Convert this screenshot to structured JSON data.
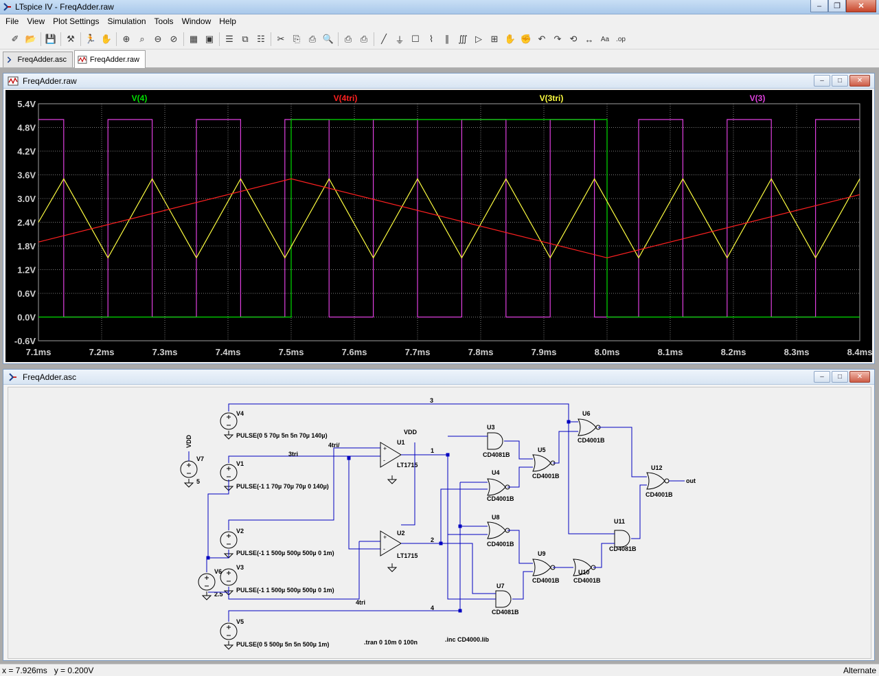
{
  "window": {
    "title": "LTspice IV - FreqAdder.raw"
  },
  "menu": [
    "File",
    "View",
    "Plot Settings",
    "Simulation",
    "Tools",
    "Window",
    "Help"
  ],
  "tabs": [
    {
      "label": "FreqAdder.asc",
      "active": false
    },
    {
      "label": "FreqAdder.raw",
      "active": true
    }
  ],
  "waveform_window": {
    "title": "FreqAdder.raw"
  },
  "schematic_window": {
    "title": "FreqAdder.asc"
  },
  "status": {
    "cursor": "x = 7.926ms   y = 0.200V",
    "mode": "Alternate"
  },
  "colors": {
    "v4": "#00e000",
    "v4tri": "#ff2020",
    "v3tri": "#ffff40",
    "v3": "#e040e0",
    "wire": "#0000c0",
    "grid": "#808080"
  },
  "chart_data": {
    "type": "line",
    "xlabel": "",
    "ylabel": "",
    "xlim": [
      7.1,
      8.4
    ],
    "ylim": [
      -0.6,
      5.4
    ],
    "x_ticks": [
      "7.1ms",
      "7.2ms",
      "7.3ms",
      "7.4ms",
      "7.5ms",
      "7.6ms",
      "7.7ms",
      "7.8ms",
      "7.9ms",
      "8.0ms",
      "8.1ms",
      "8.2ms",
      "8.3ms",
      "8.4ms"
    ],
    "y_ticks": [
      "5.4V",
      "4.8V",
      "4.2V",
      "3.6V",
      "3.0V",
      "2.4V",
      "1.8V",
      "1.2V",
      "0.6V",
      "0.0V",
      "-0.6V"
    ],
    "grid": true,
    "series": [
      {
        "name": "V(4)",
        "x": [
          7.1,
          7.5,
          7.5,
          8.0,
          8.0,
          8.4
        ],
        "y": [
          0,
          0,
          5,
          5,
          0,
          0
        ]
      },
      {
        "name": "V(4tri)",
        "x": [
          7.1,
          7.5,
          8.0,
          8.4
        ],
        "y": [
          1.9,
          3.5,
          1.5,
          3.1
        ]
      },
      {
        "name": "V(3tri)",
        "x": [
          7.1,
          7.14,
          7.21,
          7.28,
          7.35,
          7.42,
          7.49,
          7.56,
          7.63,
          7.7,
          7.77,
          7.84,
          7.91,
          7.98,
          8.05,
          8.12,
          8.19,
          8.26,
          8.33,
          8.4
        ],
        "y": [
          2.4,
          3.5,
          1.5,
          3.5,
          1.5,
          3.5,
          1.5,
          3.5,
          1.5,
          3.5,
          1.5,
          3.5,
          1.5,
          3.5,
          1.5,
          3.5,
          1.5,
          3.5,
          1.5,
          3.5
        ]
      },
      {
        "name": "V(3)",
        "x": [
          7.1,
          7.14,
          7.14,
          7.21,
          7.21,
          7.28,
          7.28,
          7.35,
          7.35,
          7.42,
          7.42,
          7.49,
          7.49,
          7.56,
          7.56,
          7.63,
          7.63,
          7.7,
          7.7,
          7.77,
          7.77,
          7.84,
          7.84,
          7.91,
          7.91,
          7.98,
          7.98,
          8.05,
          8.05,
          8.12,
          8.12,
          8.19,
          8.19,
          8.26,
          8.26,
          8.33,
          8.33,
          8.4
        ],
        "y": [
          5,
          5,
          0,
          0,
          5,
          5,
          0,
          0,
          5,
          5,
          0,
          0,
          5,
          5,
          0,
          0,
          5,
          5,
          0,
          0,
          5,
          5,
          0,
          0,
          5,
          5,
          0,
          0,
          5,
          5,
          0,
          0,
          5,
          5,
          0,
          0,
          5,
          5
        ]
      }
    ]
  },
  "schematic": {
    "sources": [
      {
        "ref": "V4",
        "value": "PULSE(0 5 70µ 5n 5n 70µ 140µ)"
      },
      {
        "ref": "V1",
        "value": "PULSE(-1 1 70µ 70µ 70µ 0 140µ)"
      },
      {
        "ref": "V2",
        "value": "PULSE(-1 1 500µ 500µ 500µ 0 1m)"
      },
      {
        "ref": "V3",
        "value": "PULSE(-1 1 500µ 500µ 500µ 0 1m)"
      },
      {
        "ref": "V5",
        "value": "PULSE(0 5 500µ 5n 5n 500µ 1m)"
      },
      {
        "ref": "V7",
        "value": "5"
      },
      {
        "ref": "V6",
        "value": "2.5"
      }
    ],
    "net_labels": [
      "VDD",
      "3tri",
      "4tri/",
      "4tri",
      "VDD",
      "3",
      "1",
      "2",
      "4",
      "out"
    ],
    "opamps": [
      {
        "ref": "U1",
        "model": "LT1715"
      },
      {
        "ref": "U2",
        "model": "LT1715"
      }
    ],
    "gates": [
      {
        "ref": "U3",
        "model": "CD4081B"
      },
      {
        "ref": "U4",
        "model": "CD4001B"
      },
      {
        "ref": "U5",
        "model": "CD4001B"
      },
      {
        "ref": "U6",
        "model": "CD4001B"
      },
      {
        "ref": "U7",
        "model": "CD4081B"
      },
      {
        "ref": "U8",
        "model": "CD4001B"
      },
      {
        "ref": "U9",
        "model": "CD4001B"
      },
      {
        "ref": "U10",
        "model": "CD4001B"
      },
      {
        "ref": "U11",
        "model": "CD4081B"
      },
      {
        "ref": "U12",
        "model": "CD4001B"
      }
    ],
    "directives": [
      ".tran 0 10m 0 100n",
      ".inc CD4000.lib"
    ]
  }
}
